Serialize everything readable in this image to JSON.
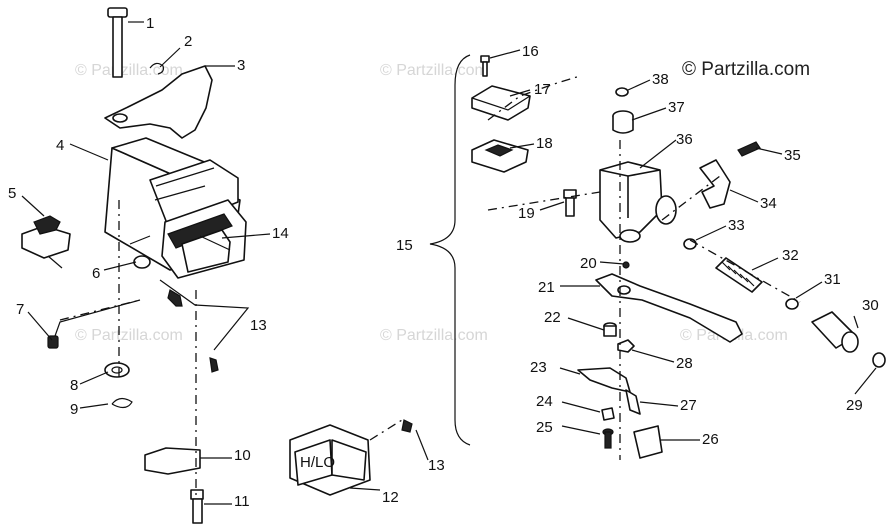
{
  "watermark": "© Partzilla.com",
  "brand_text": "© Partzilla.com",
  "switch_legend": "H/LO",
  "callouts": [
    "1",
    "2",
    "3",
    "4",
    "5",
    "6",
    "7",
    "8",
    "9",
    "10",
    "11",
    "12",
    "13",
    "13",
    "13",
    "14",
    "15",
    "16",
    "17",
    "18",
    "19",
    "20",
    "21",
    "22",
    "23",
    "24",
    "25",
    "26",
    "27",
    "28",
    "29",
    "30",
    "31",
    "32",
    "33",
    "34",
    "35",
    "36",
    "37",
    "38"
  ]
}
